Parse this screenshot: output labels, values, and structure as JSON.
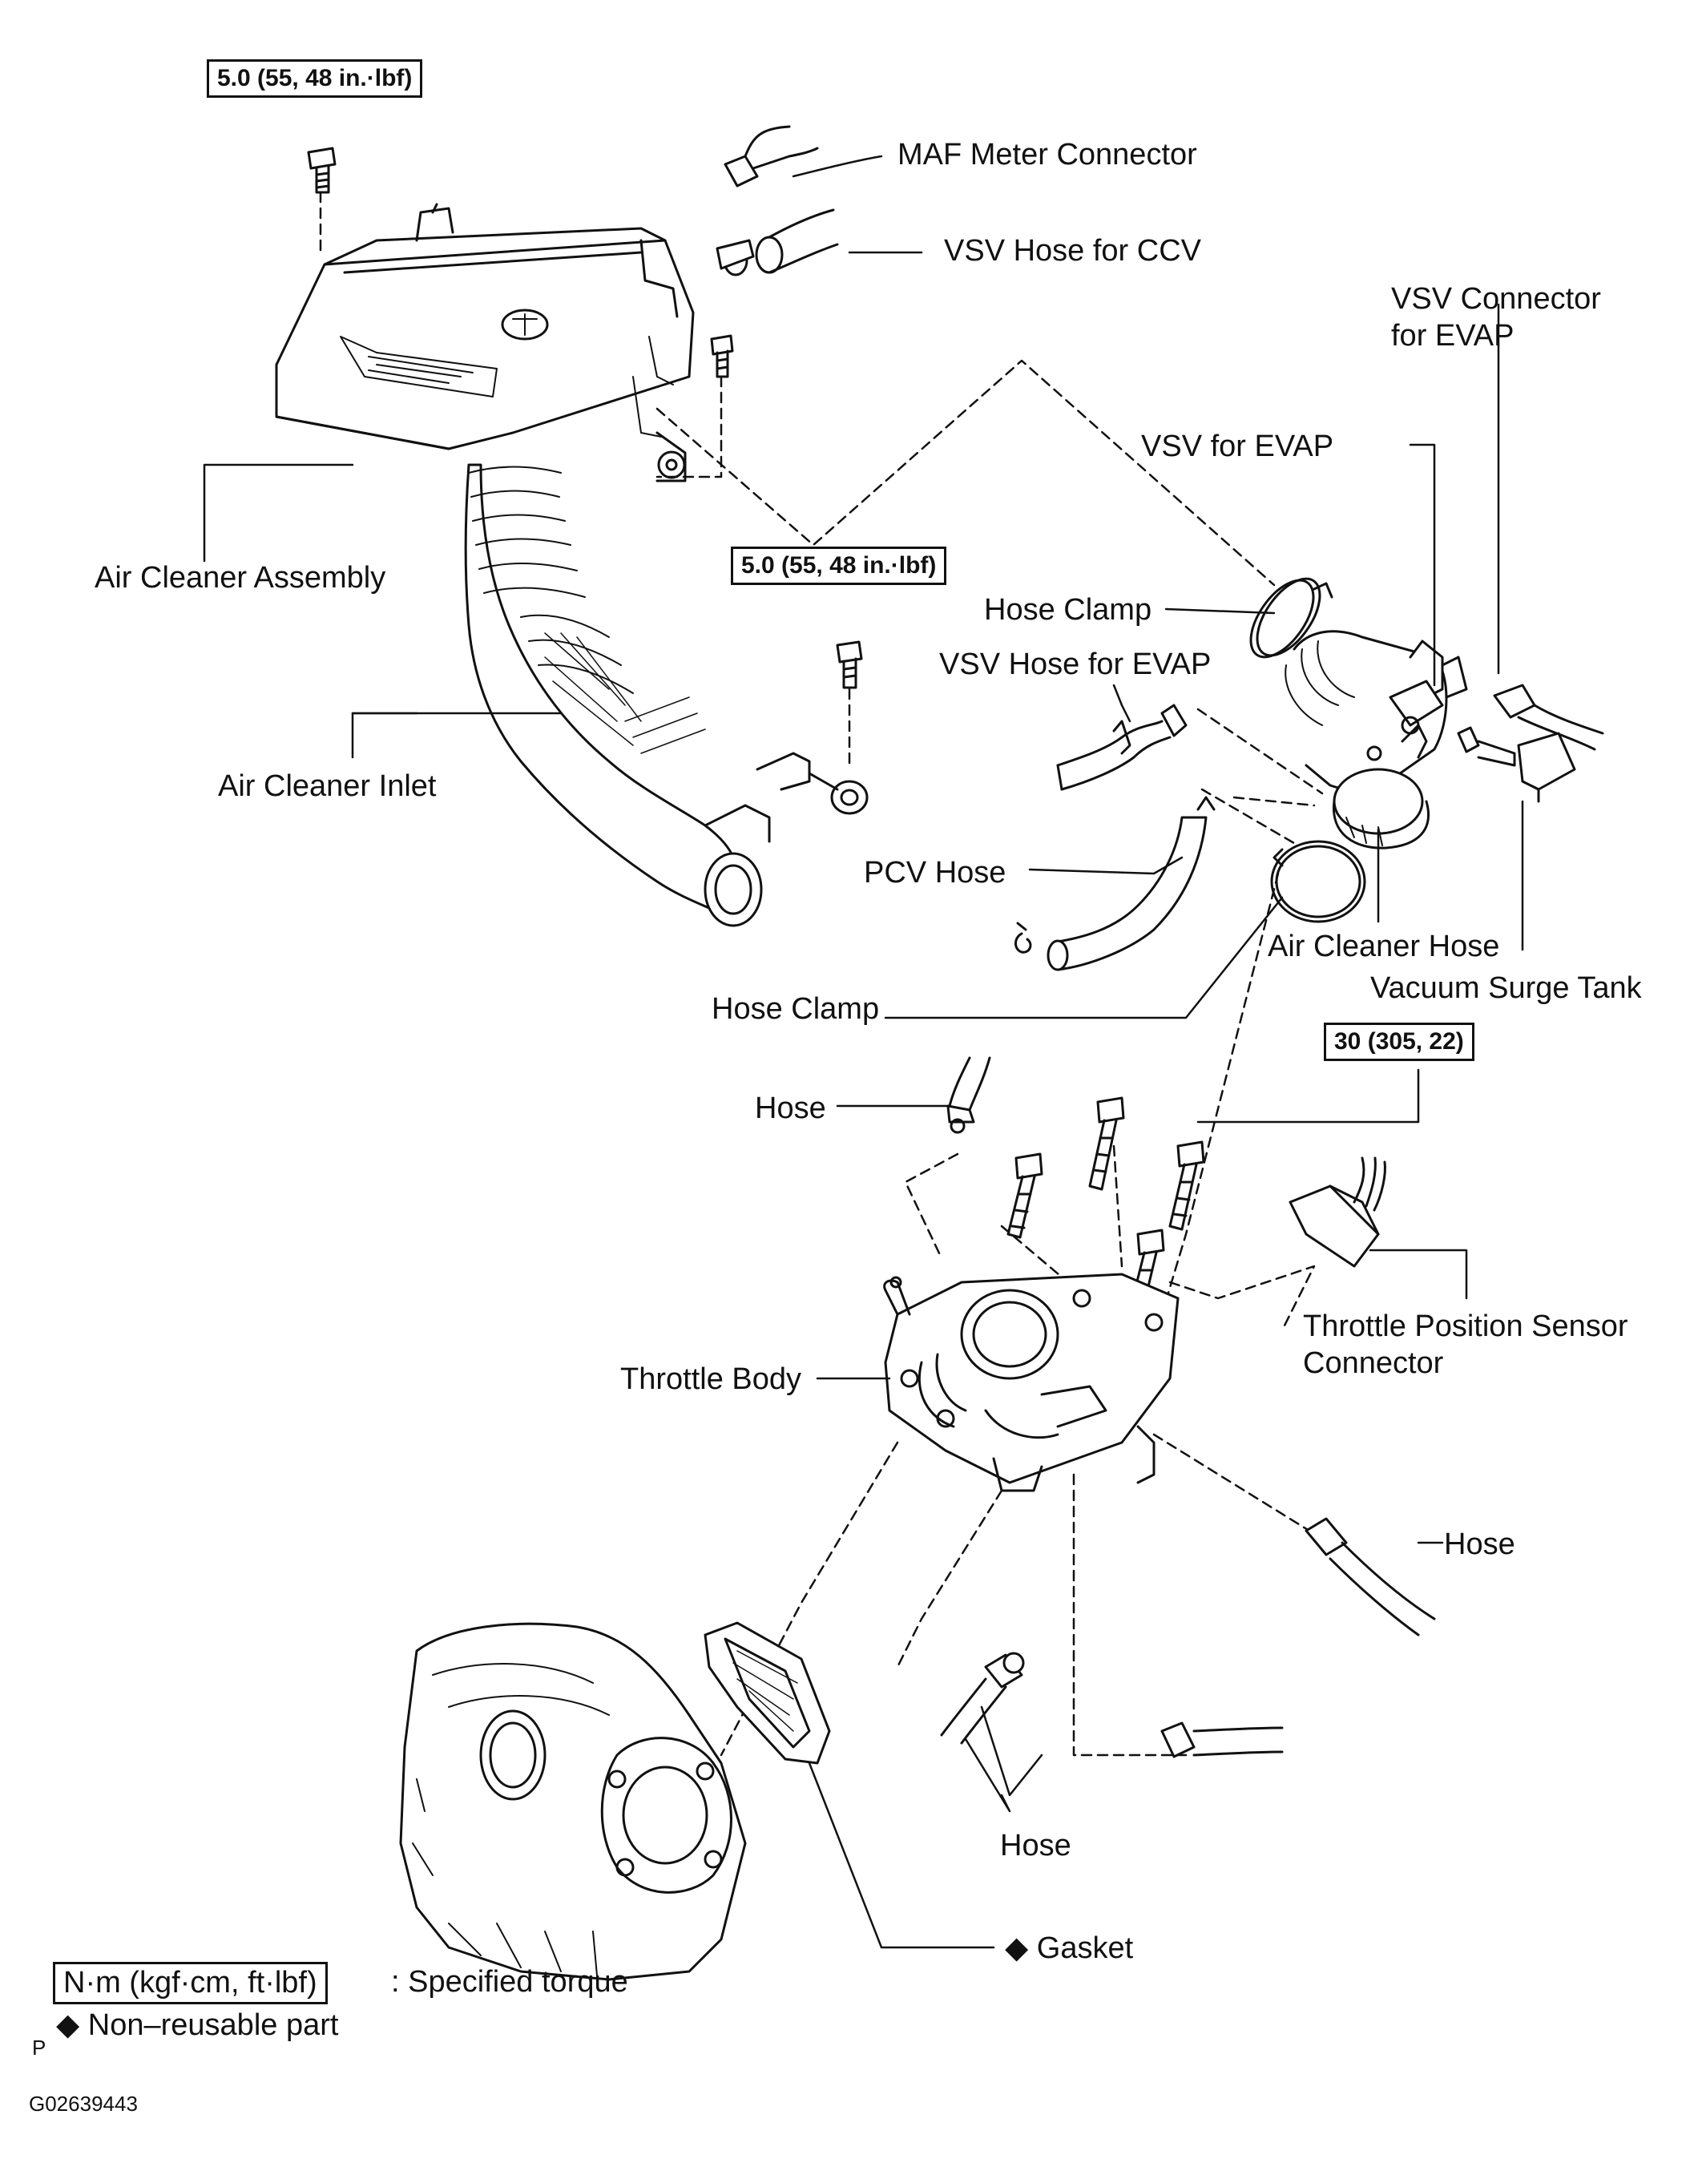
{
  "torque_specs": {
    "top_left": "5.0 (55, 48 in.·lbf)",
    "middle": "5.0 (55, 48 in.·lbf)",
    "throttle_bolts": "30 (305, 22)"
  },
  "labels": {
    "maf_meter_connector": "MAF Meter Connector",
    "vsv_hose_ccv": "VSV Hose for CCV",
    "vsv_connector_evap_line1": "VSV  Connector",
    "vsv_connector_evap_line2": "for EVAP",
    "vsv_for_evap": "VSV for EVAP",
    "air_cleaner_assembly": "Air Cleaner Assembly",
    "hose_clamp_upper": "Hose Clamp",
    "vsv_hose_evap": "VSV Hose for EVAP",
    "air_cleaner_inlet": "Air Cleaner Inlet",
    "pcv_hose": "PCV Hose",
    "air_cleaner_hose": "Air Cleaner Hose",
    "vacuum_surge_tank": "Vacuum Surge Tank",
    "hose_clamp_lower": "Hose Clamp",
    "hose_upper_left": "Hose",
    "throttle_position_sensor_line1": "Throttle  Position  Sensor",
    "throttle_position_sensor_line2": "Connector",
    "throttle_body": "Throttle Body",
    "hose_right": "Hose",
    "hose_bottom": "Hose",
    "gasket": "◆ Gasket"
  },
  "legend": {
    "torque_unit": "N·m (kgf·cm, ft·lbf)",
    "torque_desc": ": Specified torque",
    "non_reusable": "◆  Non–reusable part"
  },
  "footer": {
    "p_mark": "P",
    "figure_id": "G02639443"
  }
}
